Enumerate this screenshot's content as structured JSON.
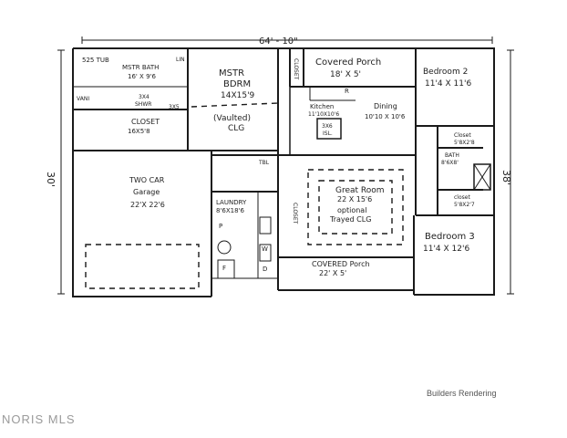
{
  "plan": {
    "width_dimension": "64' - 10\"",
    "depth_left": "30'",
    "depth_right": "38'",
    "rooms": {
      "five_twentyfive_tub": "525 TUB",
      "lin": "LIN",
      "mstr_bath_title": "MSTR BATH",
      "mstr_bath_size": "16' X 9'6",
      "vani": "VANI",
      "shwr_size": "3X4",
      "shwr": "SHWR",
      "five_by_three": "3X5",
      "master_closet_title": "CLOSET",
      "master_closet_size": "16X5'8",
      "mstr_bdrm_title": "MSTR",
      "mstr_bdrm_title2": "BDRM",
      "mstr_bdrm_size": "14X15'9",
      "mstr_vaulted": "(Vaulted)",
      "mstr_clg": "CLG",
      "closet_vertical": "CLOSET",
      "covered_porch_top_title": "Covered Porch",
      "covered_porch_top_size": "18' X 5'",
      "kitchen_title": "Kitchen",
      "kitchen_size": "11'10X10'6",
      "island_size": "3X6",
      "island_label": "ISL.",
      "dining_title": "Dining",
      "dining_size": "10'10 X 10'6",
      "bedroom2_title": "Bedroom 2",
      "bedroom2_size": "11'4 X 11'6",
      "closet2_title": "Closet",
      "closet2_size": "5'8X2'8",
      "bath_title": "BATH",
      "bath_size": "8'6X8'",
      "closet3_title": "closet",
      "closet3_size": "5'8X2'7",
      "garage_title": "TWO CAR",
      "garage_title2": "Garage",
      "garage_size": "22'X 22'6",
      "tbl": "TBL",
      "laundry_title": "LAUNDRY",
      "laundry_size": "8'6X18'6",
      "closet_small": "CLOSET",
      "great_room_title": "Great Room",
      "great_room_size": "22 X 15'6",
      "great_room_optional": "optional",
      "great_room_trayed": "Trayed CLG",
      "bedroom3_title": "Bedroom 3",
      "bedroom3_size": "11'4 X 12'6",
      "covered_porch_bottom_title": "COVERED Porch",
      "covered_porch_bottom_size": "22' X 5'",
      "fixture_d": "D",
      "fixture_w": "W",
      "fixture_f": "F",
      "fixture_r": "R",
      "fixture_p": "P"
    }
  },
  "footer_caption": "Builders Rendering",
  "watermark": "NORIS MLS"
}
